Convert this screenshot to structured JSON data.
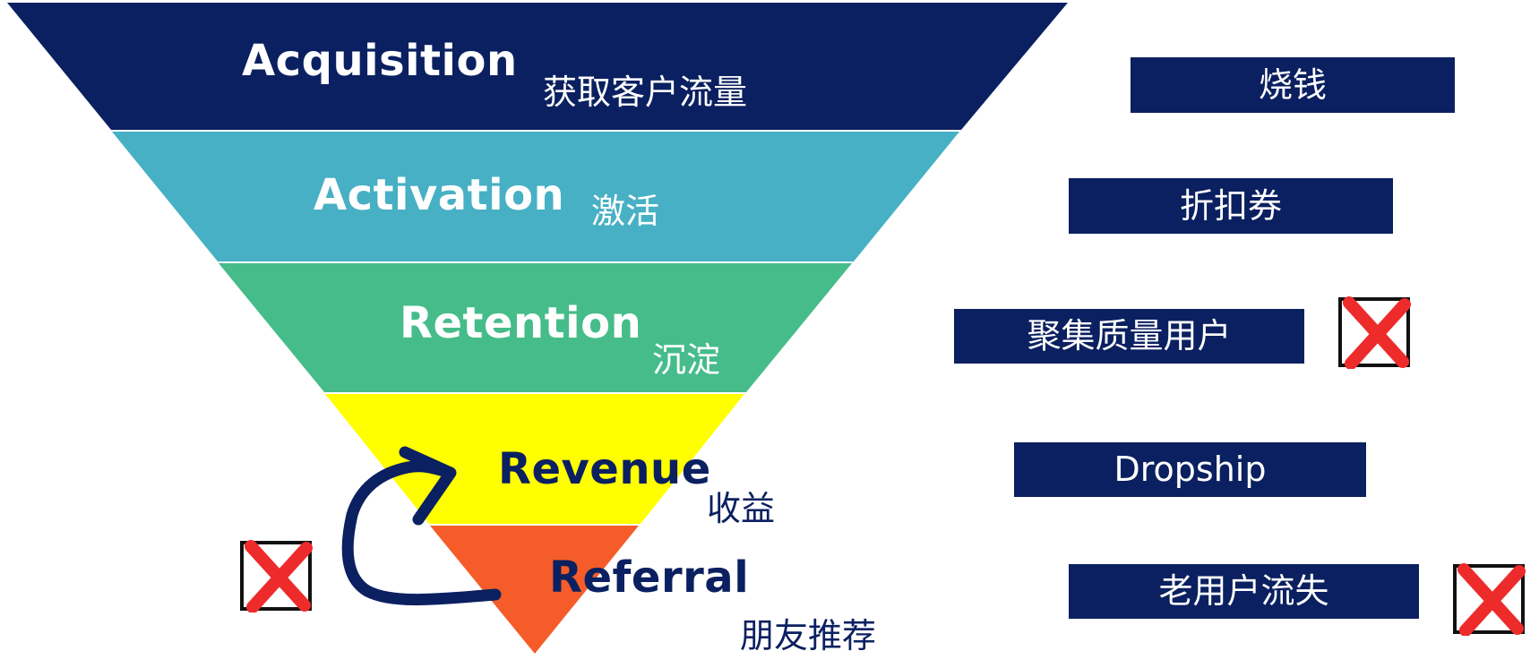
{
  "colors": {
    "acquisition": "#0b2060",
    "activation": "#47b0c4",
    "retention": "#46bc8a",
    "revenue": "#ffff00",
    "referral": "#f55c2a",
    "tactic_box": "#0b2060",
    "x_mark": "#ee2b2b",
    "arrow": "#0b2060"
  },
  "stages": [
    {
      "name": "Acquisition",
      "cn": "获取客户流量"
    },
    {
      "name": "Activation",
      "cn": "激活"
    },
    {
      "name": "Retention",
      "cn": "沉淀"
    },
    {
      "name": "Revenue",
      "cn": "收益"
    },
    {
      "name": "Referral",
      "cn": "朋友推荐"
    }
  ],
  "tactics": [
    "烧钱",
    "折扣券",
    "聚集质量用户",
    "Dropship",
    "老用户流失"
  ],
  "icons": {
    "x_mark": "x-mark-icon",
    "arrow": "curved-arrow-icon"
  }
}
